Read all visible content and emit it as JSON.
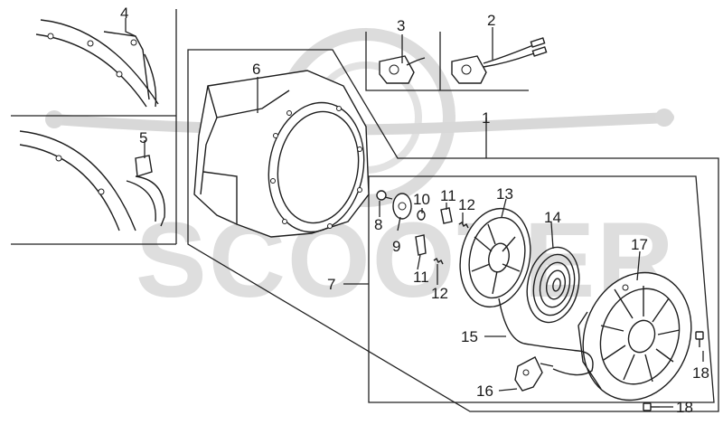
{
  "diagram": {
    "watermark_text": "SCOOTER",
    "callouts": [
      {
        "id": "c1",
        "text": "1"
      },
      {
        "id": "c2",
        "text": "2"
      },
      {
        "id": "c3",
        "text": "3"
      },
      {
        "id": "c4",
        "text": "4"
      },
      {
        "id": "c5",
        "text": "5"
      },
      {
        "id": "c6",
        "text": "6"
      },
      {
        "id": "c7",
        "text": "7"
      },
      {
        "id": "c8",
        "text": "8"
      },
      {
        "id": "c9",
        "text": "9"
      },
      {
        "id": "c10",
        "text": "10"
      },
      {
        "id": "c11a",
        "text": "11"
      },
      {
        "id": "c11b",
        "text": "11"
      },
      {
        "id": "c12a",
        "text": "12"
      },
      {
        "id": "c12b",
        "text": "12"
      },
      {
        "id": "c13",
        "text": "13"
      },
      {
        "id": "c14",
        "text": "14"
      },
      {
        "id": "c15",
        "text": "15"
      },
      {
        "id": "c16",
        "text": "16"
      },
      {
        "id": "c17",
        "text": "17"
      },
      {
        "id": "c18a",
        "text": "18"
      },
      {
        "id": "c18b",
        "text": "18"
      }
    ]
  }
}
